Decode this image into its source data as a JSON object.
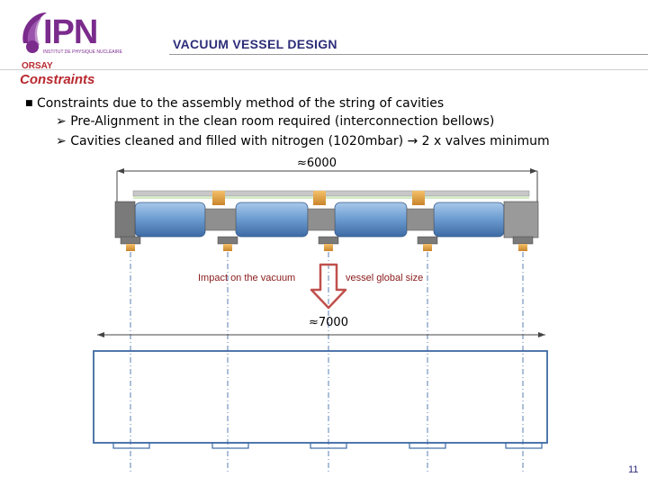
{
  "header": {
    "logo_text": "IPN",
    "logo_subtitle": "INSTITUT DE PHYSIQUE NUCLÉAIRE",
    "logo_location": "ORSAY",
    "title": "VACUUM VESSEL DESIGN"
  },
  "section_title": "Constraints",
  "bullets": {
    "main": "Constraints due to the assembly method of the string of cavities",
    "sub": [
      "Pre-Alignment in the clean room required (interconnection bellows)",
      "Cavities cleaned and filled with nitrogen (1020mbar) → 2 x valves minimum"
    ]
  },
  "diagram": {
    "top_dimension": "≈6000",
    "bottom_dimension": "≈7000",
    "impact_left": "Impact on the vacuum",
    "impact_right": "vessel global size"
  },
  "colors": {
    "title": "#2d2d7a",
    "section": "#b8292f",
    "logo": "#7a2b8c",
    "cavity": "#6f9fd3",
    "arrow": "#c0504d"
  },
  "slide_number": "11"
}
